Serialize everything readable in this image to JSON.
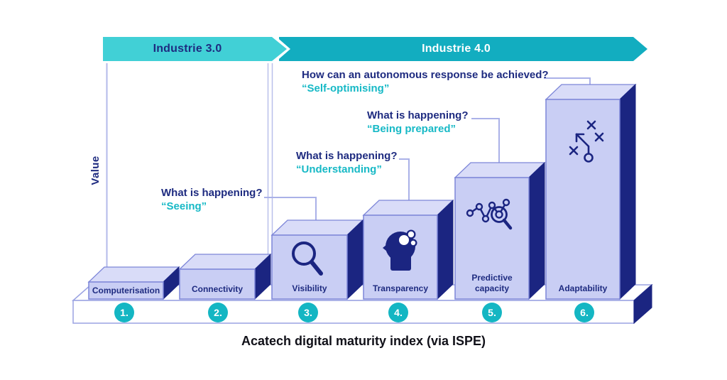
{
  "banners": [
    {
      "label": "Industrie 3.0"
    },
    {
      "label": "Industrie 4.0"
    }
  ],
  "axis": {
    "label": "Value"
  },
  "annotations": [
    {
      "id": "seeing",
      "question": "What is happening?",
      "quote": "“Seeing”"
    },
    {
      "id": "understanding",
      "question": "What is happening?",
      "quote": "“Understanding”"
    },
    {
      "id": "being-prepared",
      "question": "What is happening?",
      "quote": "“Being prepared”"
    },
    {
      "id": "self-optimising",
      "question": "How can an autonomous response be achieved?",
      "quote": "“Self-optimising”"
    }
  ],
  "stages": [
    {
      "number": "1.",
      "label": "Computerisation"
    },
    {
      "number": "2.",
      "label": "Connectivity"
    },
    {
      "number": "3.",
      "label": "Visibility",
      "icon": "magnifier-icon"
    },
    {
      "number": "4.",
      "label": "Transparency",
      "icon": "mind-icon"
    },
    {
      "number": "5.",
      "label": "Predictive capacity",
      "icon": "trend-analysis-icon"
    },
    {
      "number": "6.",
      "label": "Adaptability",
      "icon": "strategy-icon"
    }
  ],
  "caption": "Acatech digital maturity index (via ISPE)",
  "colors": {
    "industrie3_teal": "#41d0d6",
    "industrie4_teal": "#12adc0",
    "navy_text": "#1e2b80",
    "bar_front": "#c9cef4",
    "bar_top": "#d9dcf8",
    "bar_side": "#1b2581",
    "quote_teal": "#17b9c6",
    "badge_teal": "#14b6c3",
    "line_light": "#aab1e8"
  }
}
